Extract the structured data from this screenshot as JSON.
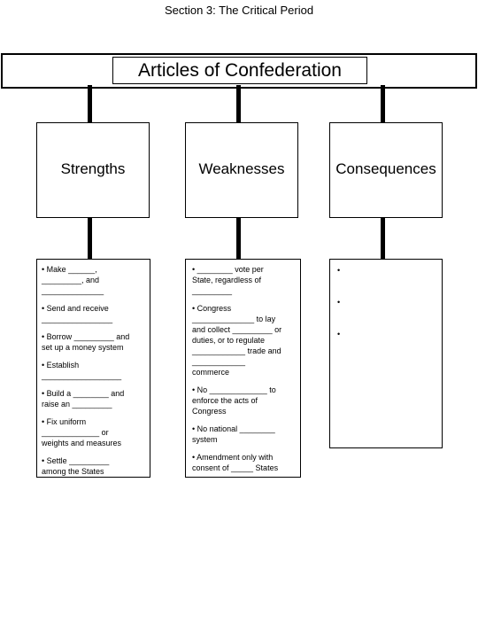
{
  "page": {
    "section_title": "Section 3:  The Critical Period",
    "main_title": "Articles of Confederation"
  },
  "columns": [
    {
      "heading": "Strengths",
      "items": [
        [
          "• Make ______,",
          "_________, and",
          "______________"
        ],
        [
          "• Send and receive",
          "________________"
        ],
        [
          "• Borrow _________ and",
          "set up a money system"
        ],
        [
          "• Establish",
          "__________________"
        ],
        [
          "• Build a ________ and",
          "raise an _________"
        ],
        [
          "• Fix uniform",
          "_____________ or",
          "weights and measures"
        ],
        [
          "• Settle _________",
          "among the States"
        ]
      ]
    },
    {
      "heading": "Weaknesses",
      "items": [
        [
          "• ________ vote per",
          "State, regardless of",
          "_________"
        ],
        [
          "• Congress",
          "______________ to lay",
          "and collect _________ or",
          "duties, or to regulate",
          "____________ trade and",
          "____________",
          "commerce"
        ],
        [
          "• No _____________ to",
          "enforce the acts of",
          "Congress"
        ],
        [
          "• No national ________",
          "system"
        ],
        [
          "• Amendment only with",
          "consent of _____ States"
        ]
      ]
    },
    {
      "heading": "Consequences",
      "items": [
        "•",
        "•",
        "•"
      ]
    }
  ]
}
